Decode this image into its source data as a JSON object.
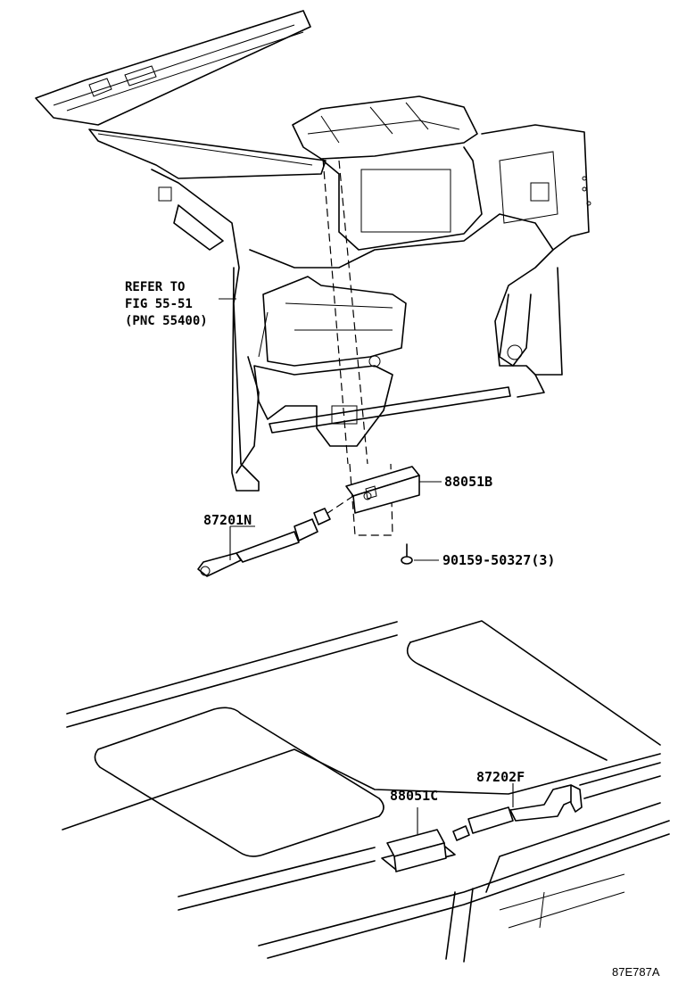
{
  "refer": {
    "line1": "REFER TO",
    "line2": "FIG 55-51",
    "line3": "(PNC 55400)"
  },
  "parts": {
    "p88051b": "88051B",
    "p87201n": "87201N",
    "p90159": "90159-50327(3)",
    "p88051c": "88051C",
    "p87202f": "87202F"
  },
  "illustration_code": "87E787A"
}
